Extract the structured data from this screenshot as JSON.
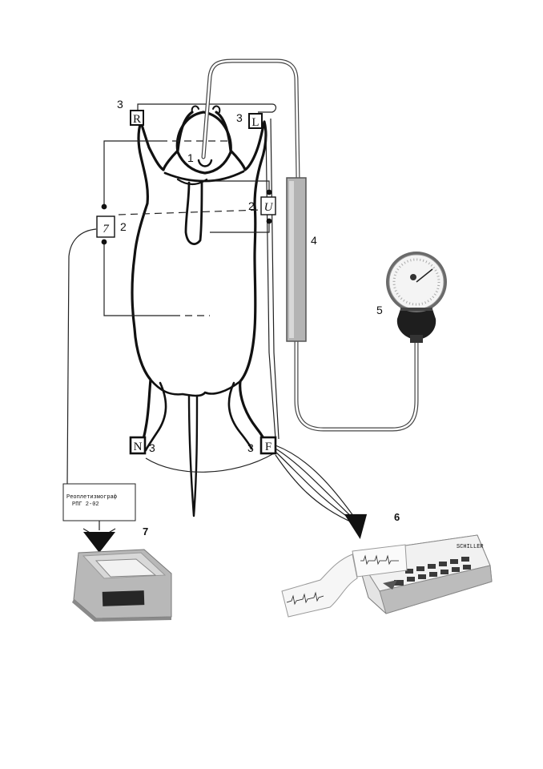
{
  "labels": {
    "num1": "1",
    "num2_right": "2",
    "num2_left": "2",
    "num3_tl": "3",
    "num3_tr": "3",
    "num3_bl": "3",
    "num3_br": "3",
    "num4": "4",
    "num5": "5",
    "num6": "6",
    "num7": "7"
  },
  "electrodes": {
    "r": "R",
    "l": "L",
    "n": "N",
    "f": "F"
  },
  "sensors": {
    "u_box": "U",
    "seven_box": "7"
  },
  "rheograph": {
    "line1": "Реоплетизмограф",
    "line2": "РПГ 2-02"
  },
  "ecg_device": {
    "brand": "SCHILLER"
  }
}
